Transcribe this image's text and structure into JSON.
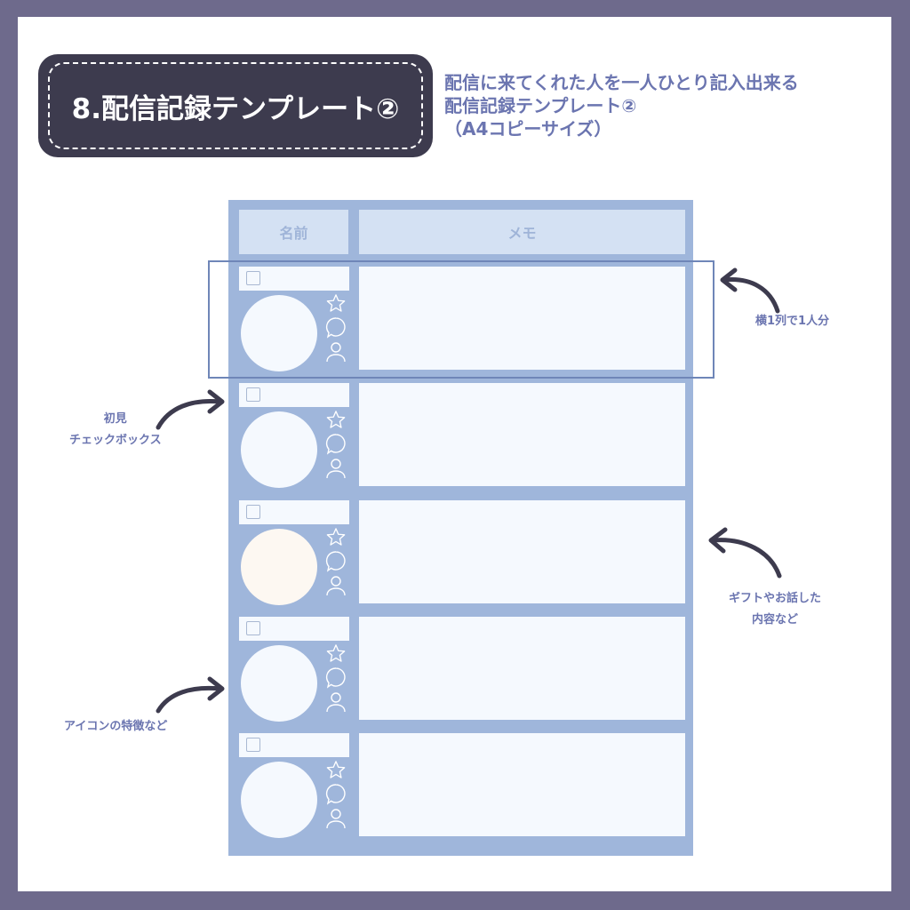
{
  "header": {
    "title": "8.配信記録テンプレート②",
    "subtitle_lines": [
      "配信に来てくれた人を一人ひとり記入出来る",
      "配信記録テンプレート②",
      "（A4コピーサイズ）"
    ]
  },
  "table": {
    "columns": [
      {
        "label": "名前"
      },
      {
        "label": "メモ"
      }
    ],
    "rows": [
      {
        "first_visit_checked": false,
        "icons": [
          "star-icon",
          "speech-bubble-icon",
          "person-icon"
        ],
        "avatar_color": "#f5f9fe",
        "memo": ""
      },
      {
        "first_visit_checked": false,
        "icons": [
          "star-icon",
          "speech-bubble-icon",
          "person-icon"
        ],
        "avatar_color": "#f5f9fe",
        "memo": ""
      },
      {
        "first_visit_checked": false,
        "icons": [
          "star-icon",
          "speech-bubble-icon",
          "person-icon"
        ],
        "avatar_color": "#fdf8f2",
        "memo": ""
      },
      {
        "first_visit_checked": false,
        "icons": [
          "star-icon",
          "speech-bubble-icon",
          "person-icon"
        ],
        "avatar_color": "#f5f9fe",
        "memo": ""
      },
      {
        "first_visit_checked": false,
        "icons": [
          "star-icon",
          "speech-bubble-icon",
          "person-icon"
        ],
        "avatar_color": "#f5f9fe",
        "memo": ""
      }
    ]
  },
  "annotations": {
    "one_row_one_person": "横1列で1人分",
    "first_visit_checkbox": [
      "初見",
      "チェックボックス"
    ],
    "gift_talk": [
      "ギフトやお話した",
      "内容など"
    ],
    "icon_features": "アイコンの特徴など"
  },
  "colors": {
    "frame": "#6e6a8c",
    "title_bg": "#3d3b4e",
    "accent_text": "#6b75b0",
    "table_bg": "#9fb6db",
    "header_cell": "#d4e1f3",
    "cell_bg": "#f5f9fe",
    "highlight_border": "#6f86b8"
  }
}
